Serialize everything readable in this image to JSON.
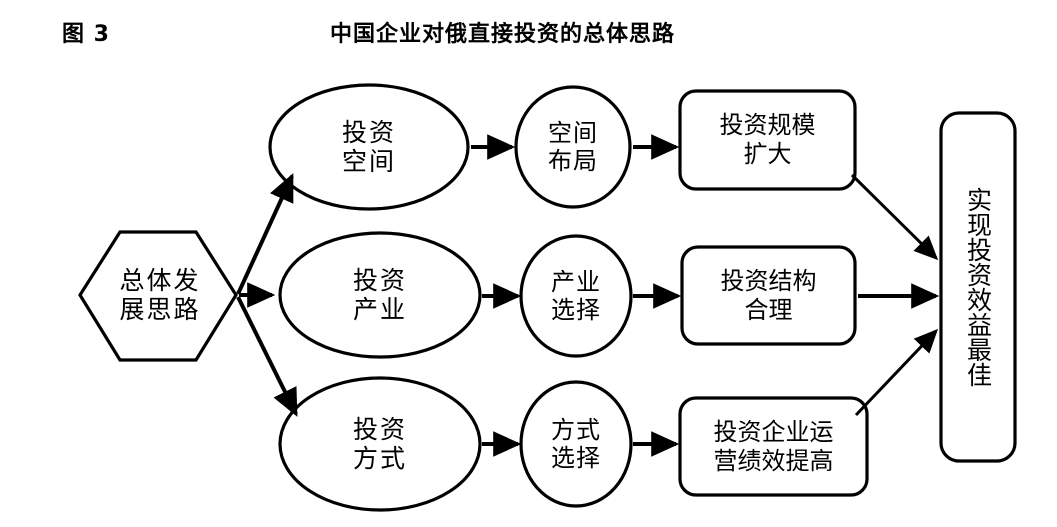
{
  "header": {
    "figure_label": "图 3",
    "title": "中国企业对俄直接投资的总体思路"
  },
  "diagram": {
    "type": "flowchart",
    "source_node": {
      "shape": "hexagon",
      "label_line1": "总体发",
      "label_line2": "展思路"
    },
    "rows": [
      {
        "ellipse": {
          "line1": "投资",
          "line2": "空间"
        },
        "circle": {
          "line1": "空间",
          "line2": "布局"
        },
        "rect": {
          "line1": "投资规模",
          "line2": "扩大"
        }
      },
      {
        "ellipse": {
          "line1": "投资",
          "line2": "产业"
        },
        "circle": {
          "line1": "产业",
          "line2": "选择"
        },
        "rect": {
          "line1": "投资结构",
          "line2": "合理"
        }
      },
      {
        "ellipse": {
          "line1": "投资",
          "line2": "方式"
        },
        "circle": {
          "line1": "方式",
          "line2": "选择"
        },
        "rect": {
          "line1": "投资企业运",
          "line2": "营绩效提高"
        }
      }
    ],
    "target_node": {
      "shape": "rounded-rect-vertical",
      "label": "实现投资效益最佳"
    },
    "colors": {
      "stroke": "#000000",
      "fill": "#ffffff",
      "text": "#000000",
      "background": "#ffffff"
    }
  }
}
